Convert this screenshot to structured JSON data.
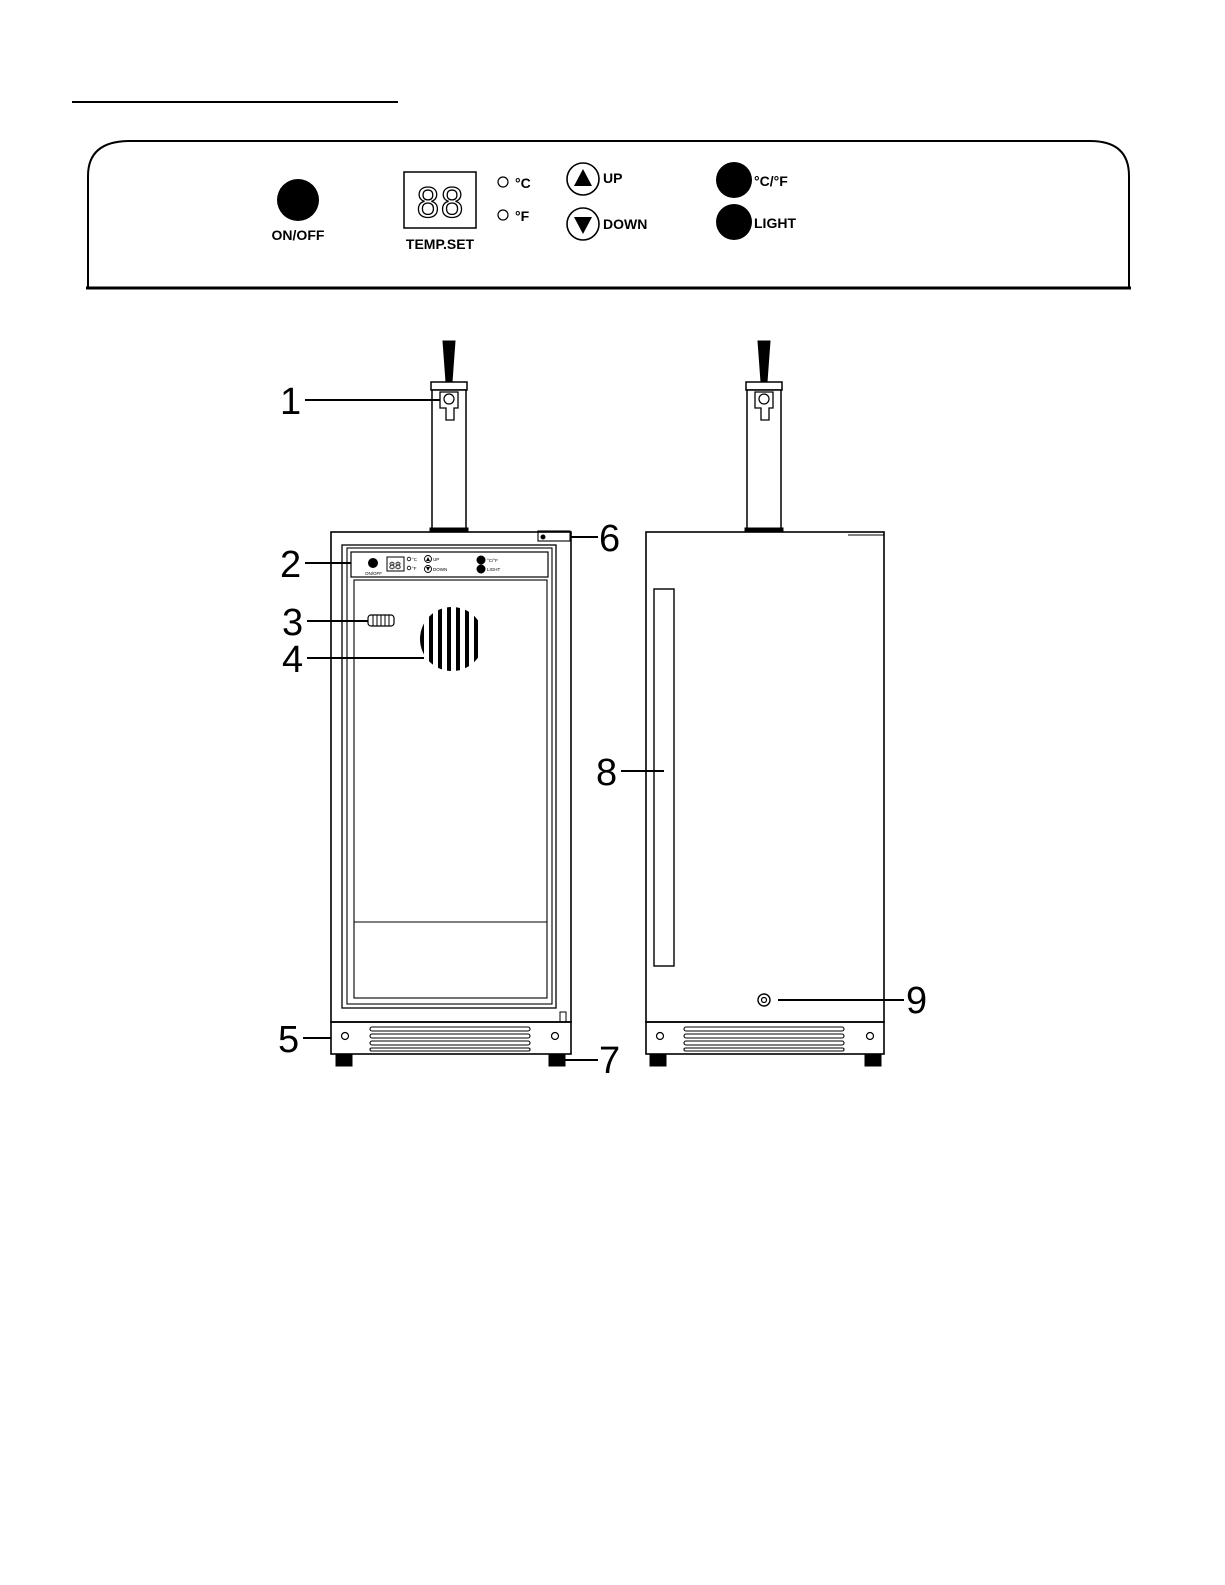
{
  "control_panel": {
    "on_off_label": "ON/OFF",
    "display_digits": "88",
    "temp_set_label": "TEMP.SET",
    "celsius_indicator": "°C",
    "fahrenheit_indicator": "°F",
    "up_label": "UP",
    "down_label": "DOWN",
    "unit_toggle_label": "°C/°F",
    "light_label": "LIGHT"
  },
  "mini_panel": {
    "on_off_label": "ON/OFF",
    "display_digits": "88",
    "celsius_indicator": "°C",
    "fahrenheit_indicator": "°F",
    "up_label": "UP",
    "down_label": "DOWN",
    "unit_toggle_label": "°C/°F",
    "light_label": "LIGHT"
  },
  "callouts": [
    "1",
    "2",
    "3",
    "4",
    "5",
    "6",
    "7",
    "8",
    "9"
  ]
}
